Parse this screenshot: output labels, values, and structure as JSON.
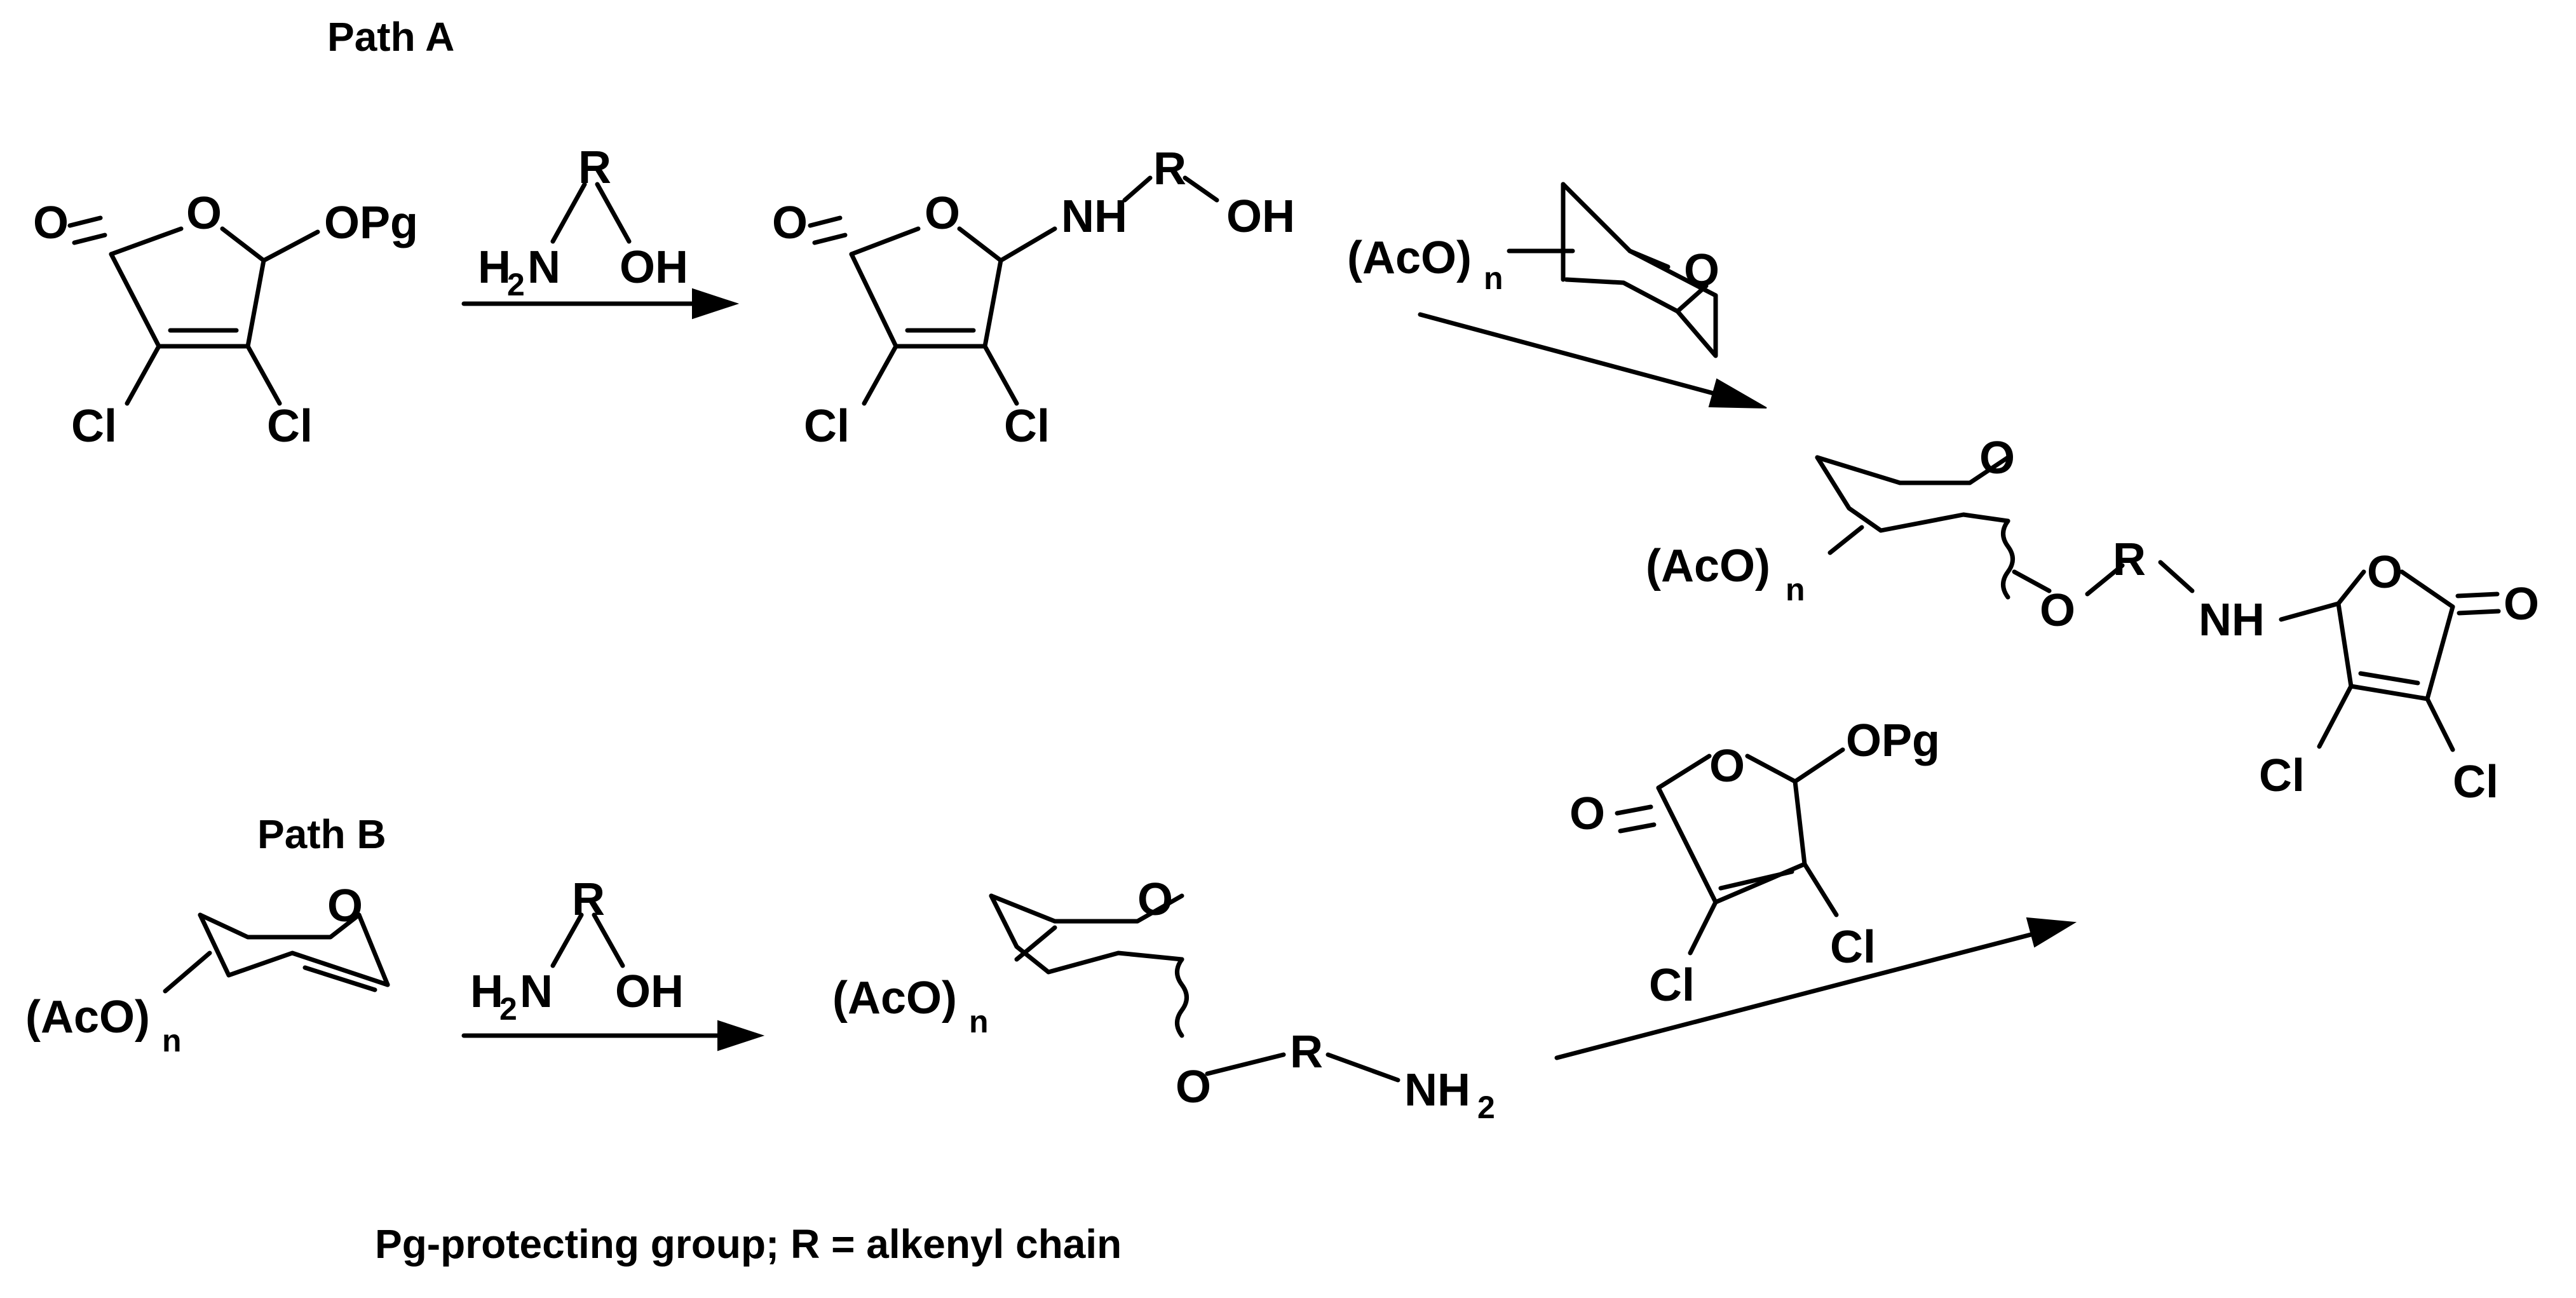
{
  "scheme": {
    "path_a_title": "Path A",
    "path_b_title": "Path B",
    "footer_note": "Pg-protecting group; R = alkenyl chain"
  },
  "labels": {
    "O": "O",
    "OPg": "OPg",
    "Cl": "Cl",
    "R": "R",
    "NH": "NH",
    "OH": "OH",
    "H": "H",
    "N": "N",
    "NH_prefix": "NH",
    "AcO": "(AcO)",
    "sub_n": "n",
    "sub_2": "2"
  }
}
